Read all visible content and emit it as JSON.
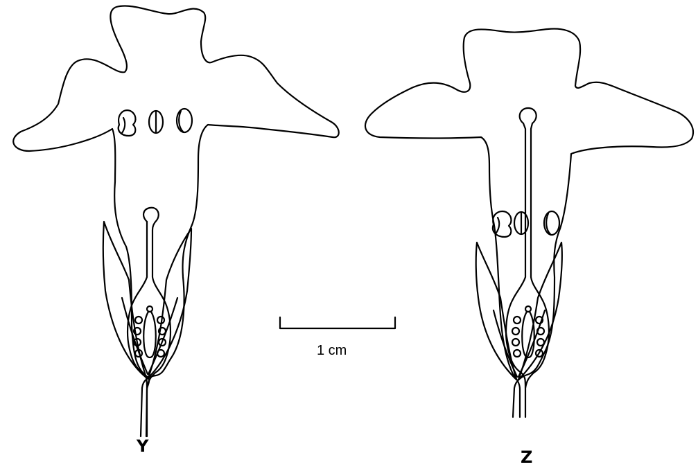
{
  "figure": {
    "flowers": [
      {
        "label": "Y"
      },
      {
        "label": "Z"
      }
    ],
    "scale_bar": {
      "label": "1 cm"
    }
  }
}
